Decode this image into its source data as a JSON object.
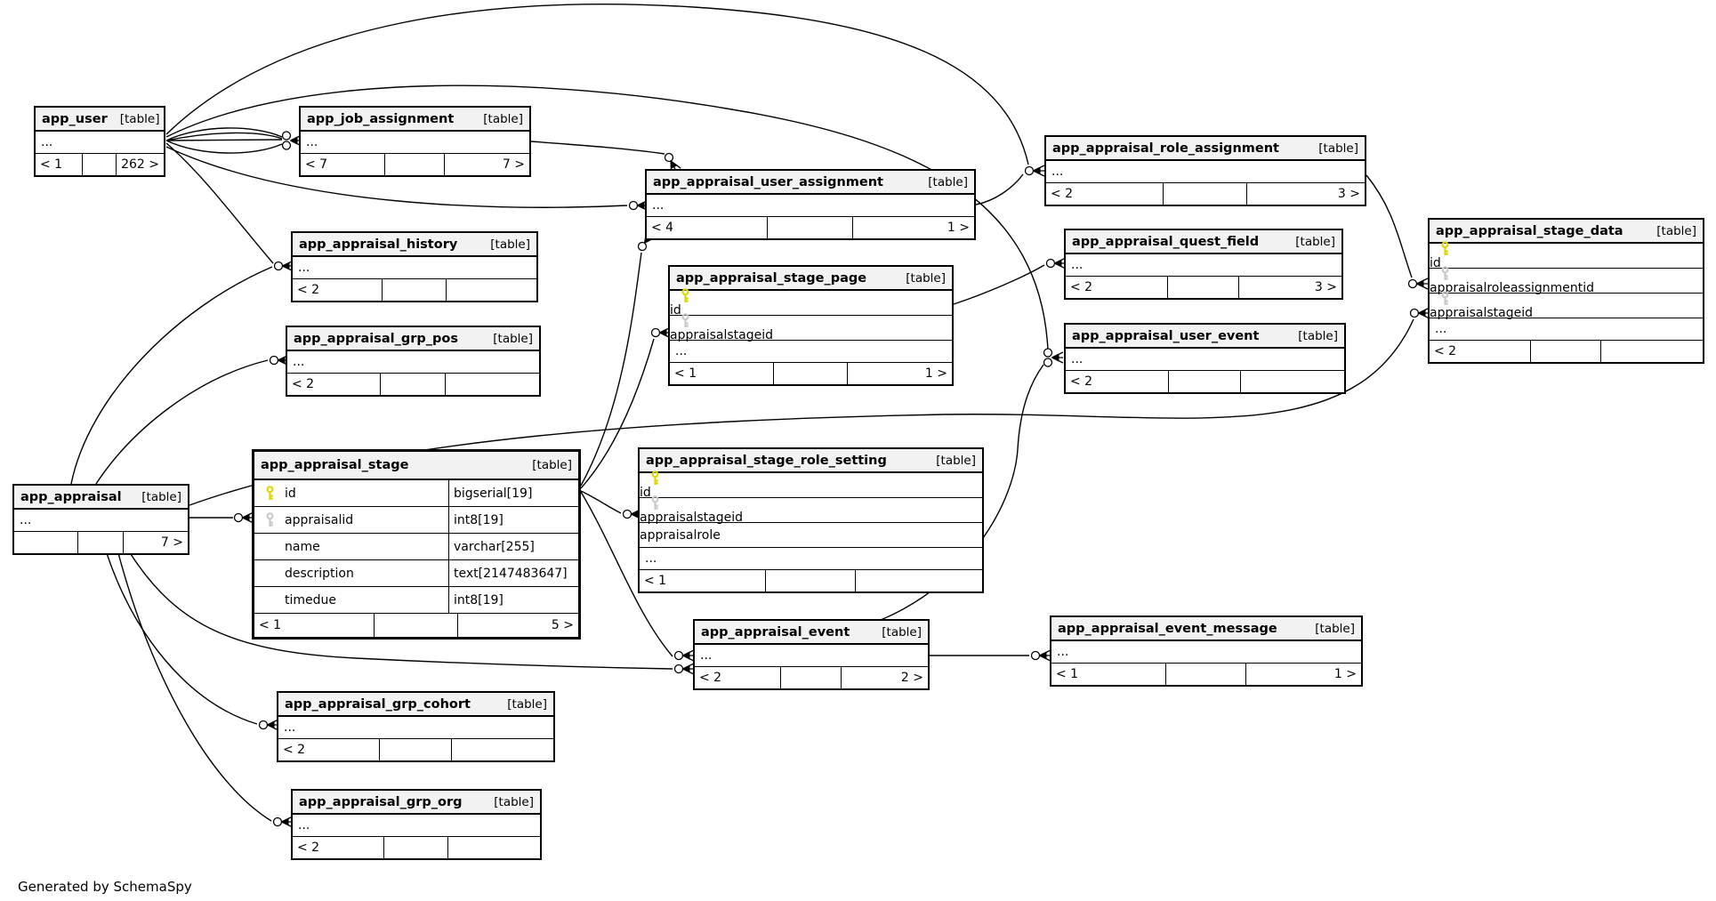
{
  "meta": {
    "entity_tag": "[table]",
    "ellipsis": "...",
    "generator_note": "Generated by SchemaSpy",
    "colors": {
      "header_bg": "#f2f2f2",
      "border": "#000000",
      "primary_key_icon": "#dfd700",
      "foreign_key_icon": "#c9c9c9",
      "background": "#ffffff"
    }
  },
  "tables": [
    {
      "name": "app_user",
      "fields": [],
      "footer": {
        "left": "< 1",
        "mid": "",
        "right": "262 >"
      }
    },
    {
      "name": "app_job_assignment",
      "fields": [],
      "footer": {
        "left": "< 7",
        "mid": "",
        "right": "7 >"
      }
    },
    {
      "name": "app_appraisal_user_assignment",
      "fields": [],
      "footer": {
        "left": "< 4",
        "mid": "",
        "right": "1 >"
      }
    },
    {
      "name": "app_appraisal_role_assignment",
      "fields": [],
      "footer": {
        "left": "< 2",
        "mid": "",
        "right": "3 >"
      }
    },
    {
      "name": "app_appraisal_history",
      "fields": [],
      "footer": {
        "left": "< 2",
        "mid": "",
        "right": ""
      }
    },
    {
      "name": "app_appraisal_grp_pos",
      "fields": [],
      "footer": {
        "left": "< 2",
        "mid": "",
        "right": ""
      }
    },
    {
      "name": "app_appraisal_quest_field",
      "fields": [],
      "footer": {
        "left": "< 2",
        "mid": "",
        "right": "3 >"
      }
    },
    {
      "name": "app_appraisal_user_event",
      "fields": [],
      "footer": {
        "left": "< 2",
        "mid": "",
        "right": ""
      }
    },
    {
      "name": "app_appraisal_stage_data",
      "fields": [
        {
          "key": "pk",
          "name": "id",
          "type": ""
        },
        {
          "key": "fk",
          "name": "appraisalroleassignmentid",
          "type": ""
        },
        {
          "key": "fk",
          "name": "appraisalstageid",
          "type": ""
        }
      ],
      "footer": {
        "left": "< 2",
        "mid": "",
        "right": ""
      }
    },
    {
      "name": "app_appraisal_stage_page",
      "fields": [
        {
          "key": "pk",
          "name": "id",
          "type": ""
        },
        {
          "key": "fk",
          "name": "appraisalstageid",
          "type": ""
        }
      ],
      "footer": {
        "left": "< 1",
        "mid": "",
        "right": "1 >"
      }
    },
    {
      "name": "app_appraisal",
      "fields": [],
      "footer": {
        "left": "",
        "mid": "",
        "right": "7 >"
      }
    },
    {
      "name": "app_appraisal_stage",
      "fields": [
        {
          "key": "pk",
          "name": "id",
          "type": "bigserial[19]"
        },
        {
          "key": "fk",
          "name": "appraisalid",
          "type": "int8[19]"
        },
        {
          "key": "",
          "name": "name",
          "type": "varchar[255]"
        },
        {
          "key": "",
          "name": "description",
          "type": "text[2147483647]"
        },
        {
          "key": "",
          "name": "timedue",
          "type": "int8[19]"
        }
      ],
      "footer": {
        "left": "< 1",
        "mid": "",
        "right": "5 >"
      }
    },
    {
      "name": "app_appraisal_stage_role_setting",
      "fields": [
        {
          "key": "pk",
          "name": "id",
          "type": ""
        },
        {
          "key": "fk",
          "name": "appraisalstageid",
          "type": ""
        },
        {
          "key": "",
          "name": "appraisalrole",
          "type": ""
        }
      ],
      "footer": {
        "left": "< 1",
        "mid": "",
        "right": ""
      }
    },
    {
      "name": "app_appraisal_event",
      "fields": [],
      "footer": {
        "left": "< 2",
        "mid": "",
        "right": "2 >"
      }
    },
    {
      "name": "app_appraisal_event_message",
      "fields": [],
      "footer": {
        "left": "< 1",
        "mid": "",
        "right": "1 >"
      }
    },
    {
      "name": "app_appraisal_grp_cohort",
      "fields": [],
      "footer": {
        "left": "< 2",
        "mid": "",
        "right": ""
      }
    },
    {
      "name": "app_appraisal_grp_org",
      "fields": [],
      "footer": {
        "left": "< 2",
        "mid": "",
        "right": ""
      }
    }
  ]
}
